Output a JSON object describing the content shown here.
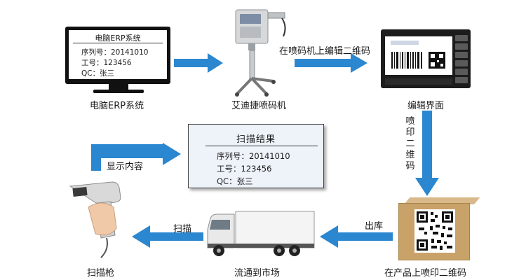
{
  "steps": {
    "erp": {
      "label": "电脑ERP系统"
    },
    "printer": {
      "label": "艾迪捷喷码机"
    },
    "editor": {
      "label": "编辑界面"
    },
    "product": {
      "label": "在产品上喷印二维码"
    },
    "transport": {
      "label": "流通到市场"
    },
    "scanner": {
      "label": "扫描枪"
    }
  },
  "arrows": {
    "edit_qr": "在喷码机上编辑二维码",
    "print_qr": [
      "喷",
      "印",
      "二",
      "维",
      "码"
    ],
    "ship": "出库",
    "scan": "扫描",
    "display": "显示内容"
  },
  "erp_screen": {
    "title": "电脑ERP系统",
    "serial": "序列号：20141010",
    "job_no": "工号：123456",
    "qc": "QC：张三"
  },
  "scan_result": {
    "title": "扫描结果",
    "serial": "序列号：20141010",
    "job_no": "工号：123456",
    "qc": "QC：张三"
  },
  "colors": {
    "arrow": "#2b87d0",
    "box": "#c8a268"
  }
}
